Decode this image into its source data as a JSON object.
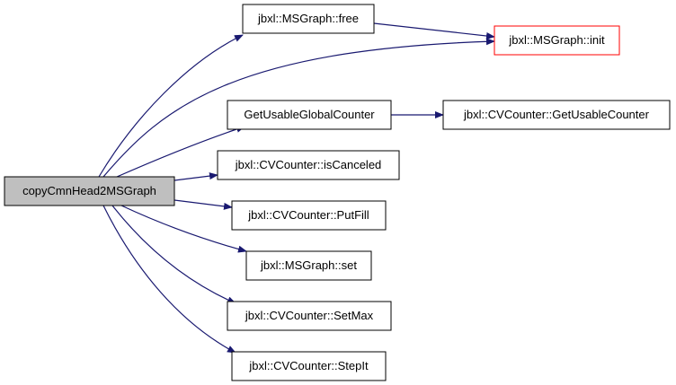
{
  "colors": {
    "edge": "#191970",
    "node_border": "#000000",
    "focus_fill": "#bfbfbf",
    "node_fill": "#ffffff",
    "highlight_border": "#ff0000"
  },
  "nodes": {
    "root": {
      "label": "copyCmnHead2MSGraph",
      "kind": "focus"
    },
    "free": {
      "label": "jbxl::MSGraph::free",
      "kind": "normal"
    },
    "init": {
      "label": "jbxl::MSGraph::init",
      "kind": "highlight"
    },
    "gugc": {
      "label": "GetUsableGlobalCounter",
      "kind": "normal"
    },
    "cvgu": {
      "label": "jbxl::CVCounter::GetUsableCounter",
      "kind": "normal"
    },
    "cancel": {
      "label": "jbxl::CVCounter::isCanceled",
      "kind": "normal"
    },
    "putfill": {
      "label": "jbxl::CVCounter::PutFill",
      "kind": "normal"
    },
    "set": {
      "label": "jbxl::MSGraph::set",
      "kind": "normal"
    },
    "setmax": {
      "label": "jbxl::CVCounter::SetMax",
      "kind": "normal"
    },
    "stepit": {
      "label": "jbxl::CVCounter::StepIt",
      "kind": "normal"
    }
  },
  "edges": [
    {
      "from": "root",
      "to": "free"
    },
    {
      "from": "root",
      "to": "init"
    },
    {
      "from": "root",
      "to": "gugc"
    },
    {
      "from": "root",
      "to": "cancel"
    },
    {
      "from": "root",
      "to": "putfill"
    },
    {
      "from": "root",
      "to": "set"
    },
    {
      "from": "root",
      "to": "setmax"
    },
    {
      "from": "root",
      "to": "stepit"
    },
    {
      "from": "free",
      "to": "init"
    },
    {
      "from": "gugc",
      "to": "cvgu"
    }
  ]
}
